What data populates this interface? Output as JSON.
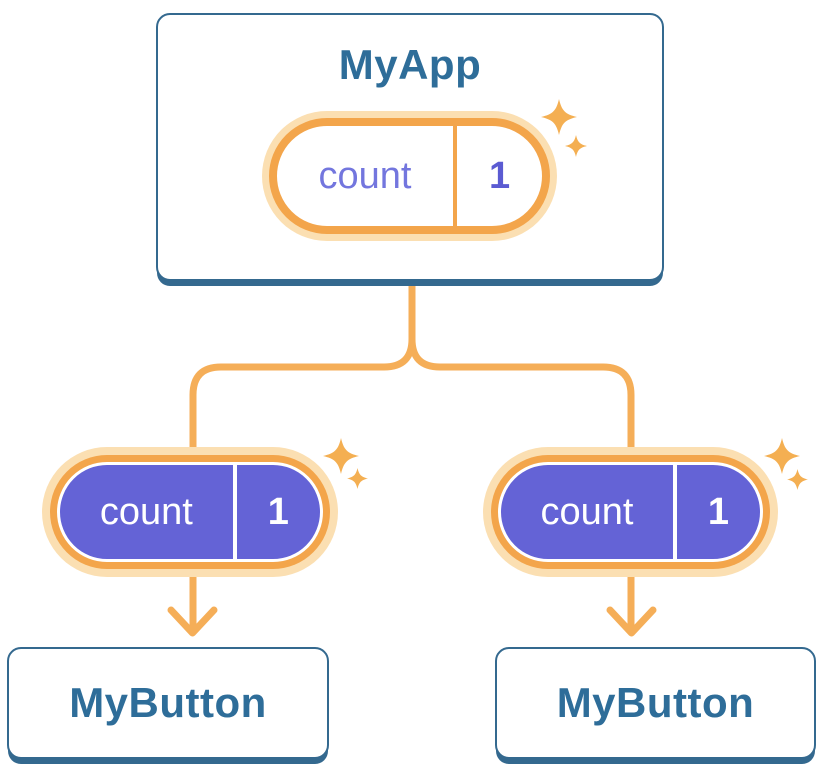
{
  "root_card": {
    "title": "MyApp",
    "pill": {
      "label": "count",
      "value": "1"
    }
  },
  "children": [
    {
      "pill": {
        "label": "count",
        "value": "1"
      },
      "card": {
        "title": "MyButton"
      }
    },
    {
      "pill": {
        "label": "count",
        "value": "1"
      },
      "card": {
        "title": "MyButton"
      }
    }
  ],
  "icons": {
    "sparkle": "sparkle-icon",
    "arrow": "arrow-down-icon"
  },
  "colors": {
    "card_border_blue": "#34698F",
    "title_text_blue": "#2E6D99",
    "pill_fill_purple": "#6463D6",
    "pill_label_purple": "#7376DE",
    "pill_value_purple": "#5B5BD2",
    "connector_orange": "#F5AE58",
    "ring_orange": "#F3A54B",
    "halo_orange": "#FBDFB2",
    "sparkle_orange": "#F4AF52",
    "pill_text_white": "#FFFFFF"
  }
}
